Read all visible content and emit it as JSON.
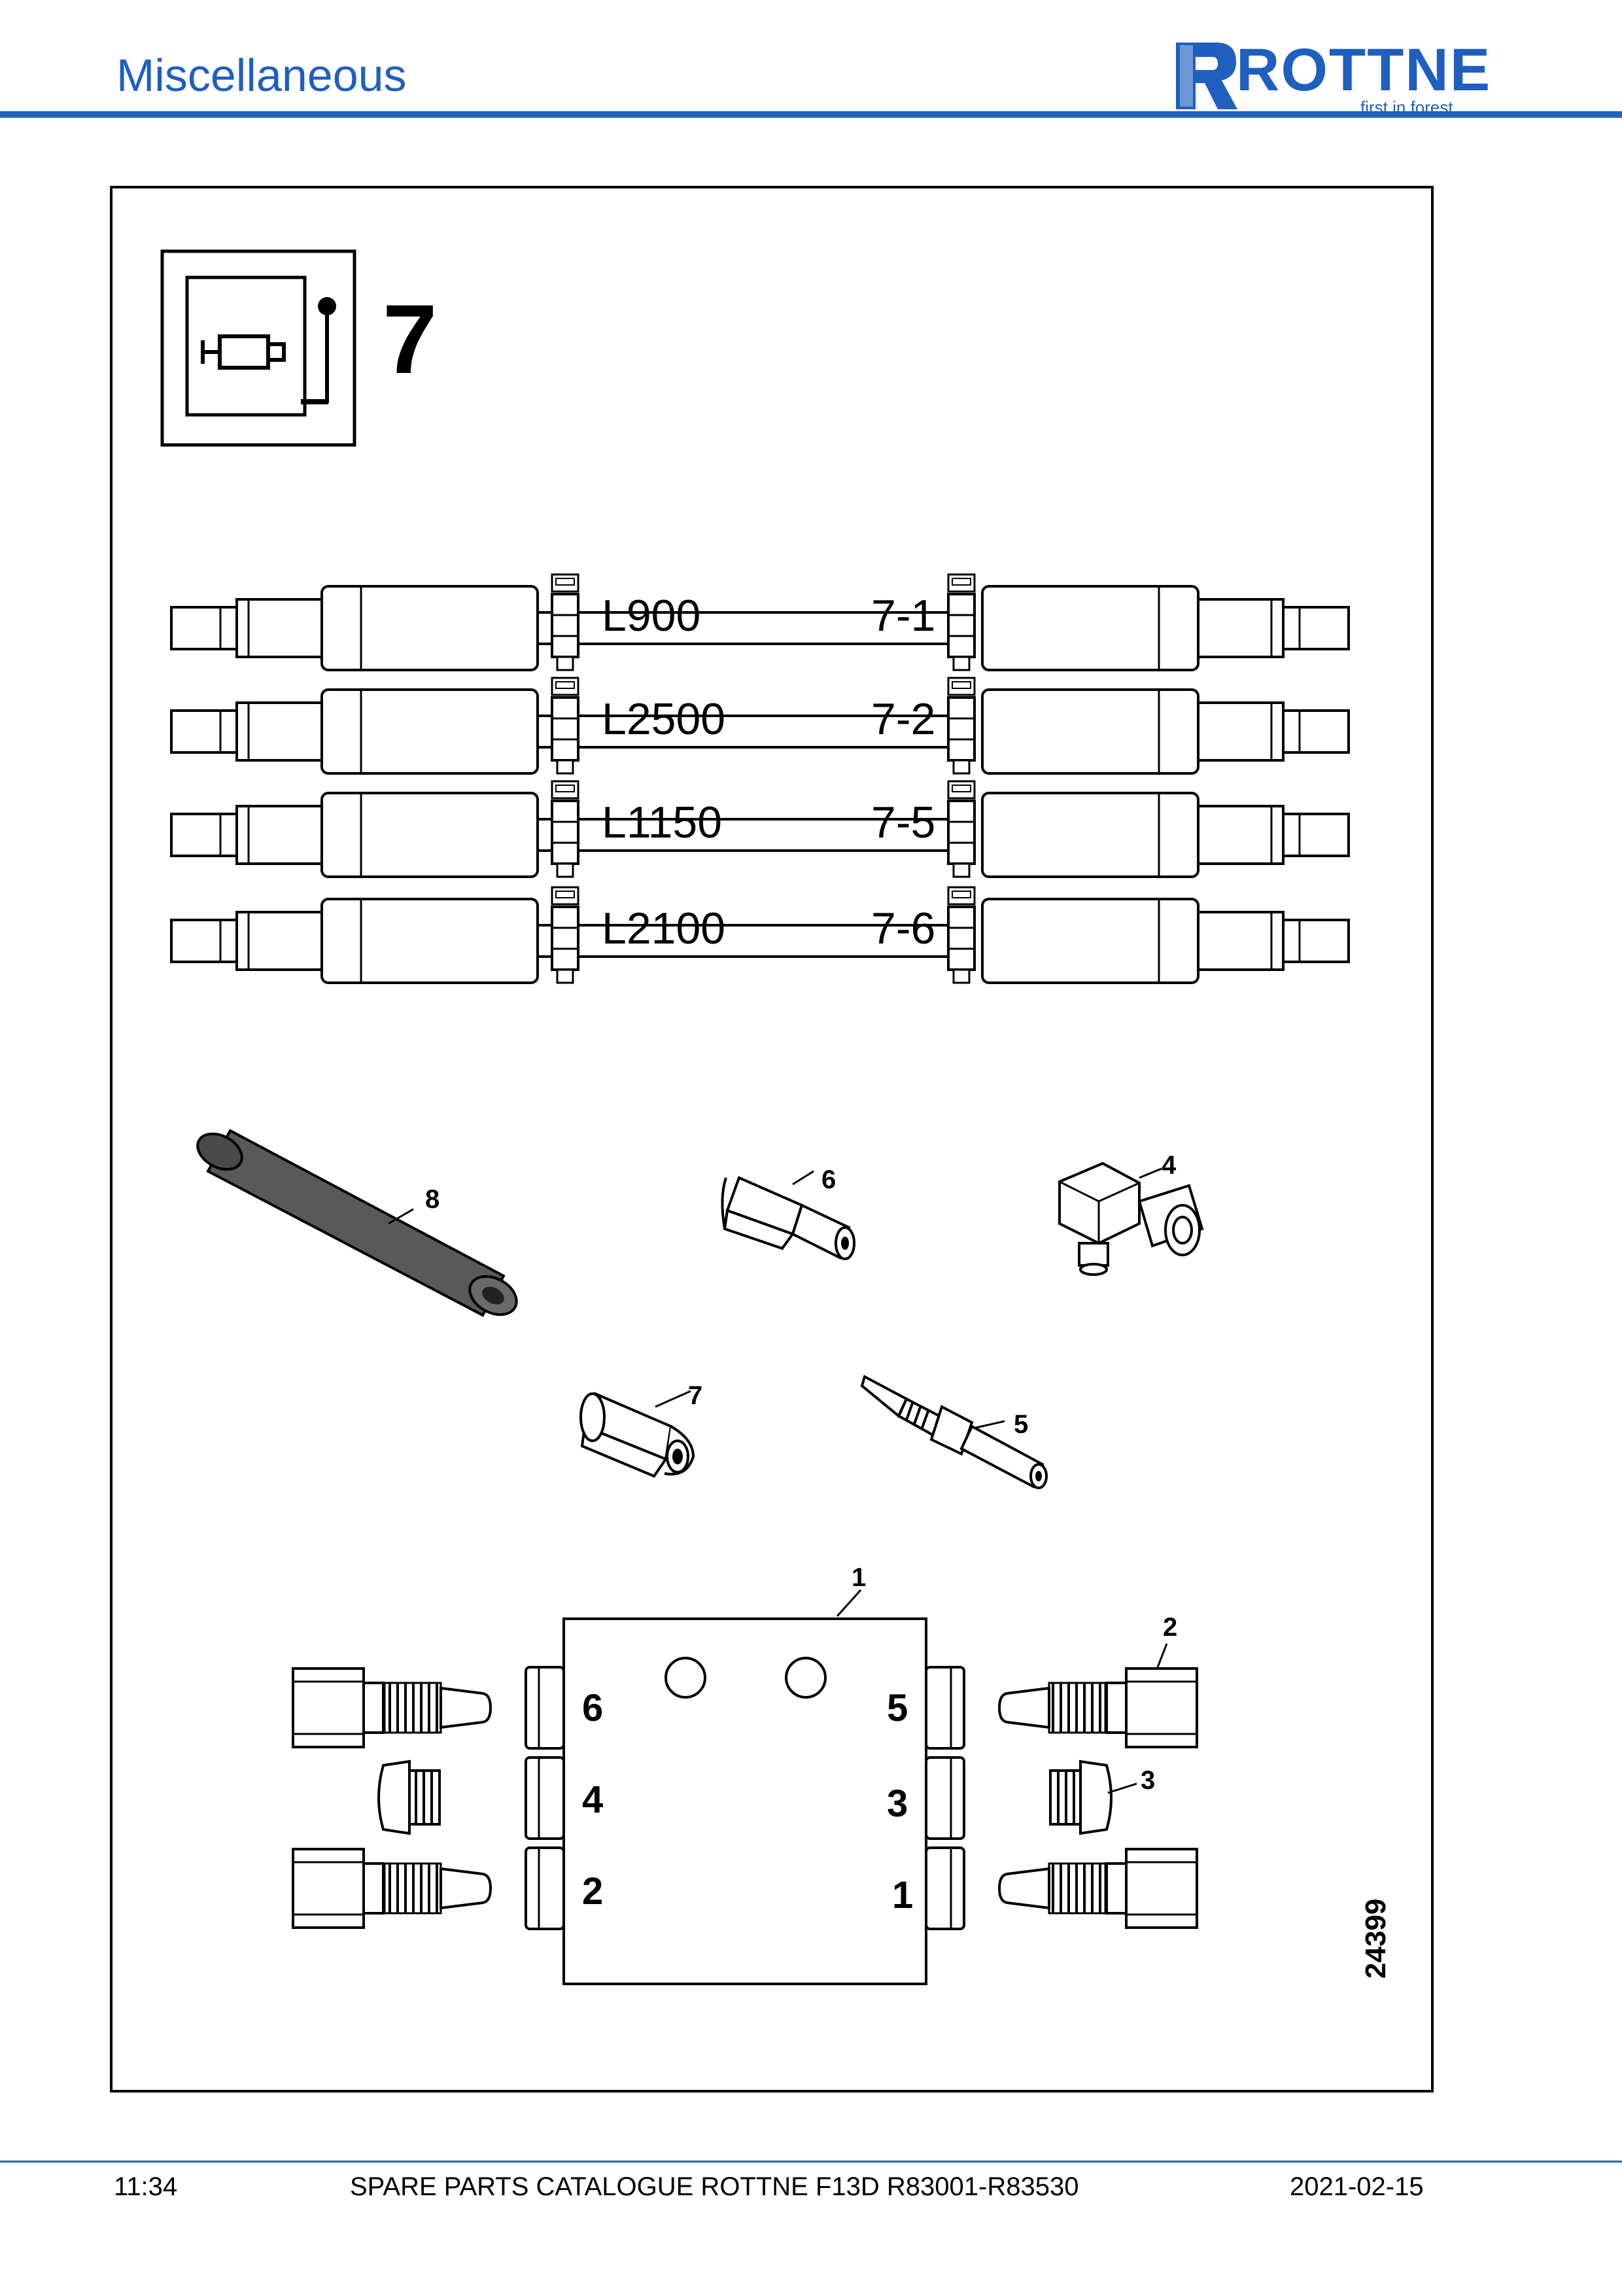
{
  "header": {
    "title": "Miscellaneous",
    "logo_name": "ROTTNE",
    "logo_tagline": "first in forest",
    "accent_color": "#1f5fbf"
  },
  "diagram": {
    "group_number": "7",
    "group_icon": "valve-lever-icon",
    "hoses": [
      {
        "length": "L900",
        "ref": "7-1"
      },
      {
        "length": "L2500",
        "ref": "7-2"
      },
      {
        "length": "L1150",
        "ref": "7-5"
      },
      {
        "length": "L2100",
        "ref": "7-6"
      }
    ],
    "callouts": {
      "sleeve": "8",
      "adapter": "6",
      "elbow": "4",
      "cap_nut": "7",
      "nipple": "5",
      "block": "1",
      "fitting": "2",
      "plug": "3"
    },
    "block_ports": {
      "left": [
        "6",
        "4",
        "2"
      ],
      "right": [
        "5",
        "3",
        "1"
      ]
    },
    "drawing_number": "24399"
  },
  "footer": {
    "time": "11:34",
    "catalogue": "SPARE PARTS CATALOGUE ROTTNE F13D R83001-R83530",
    "date": "2021-02-15"
  }
}
